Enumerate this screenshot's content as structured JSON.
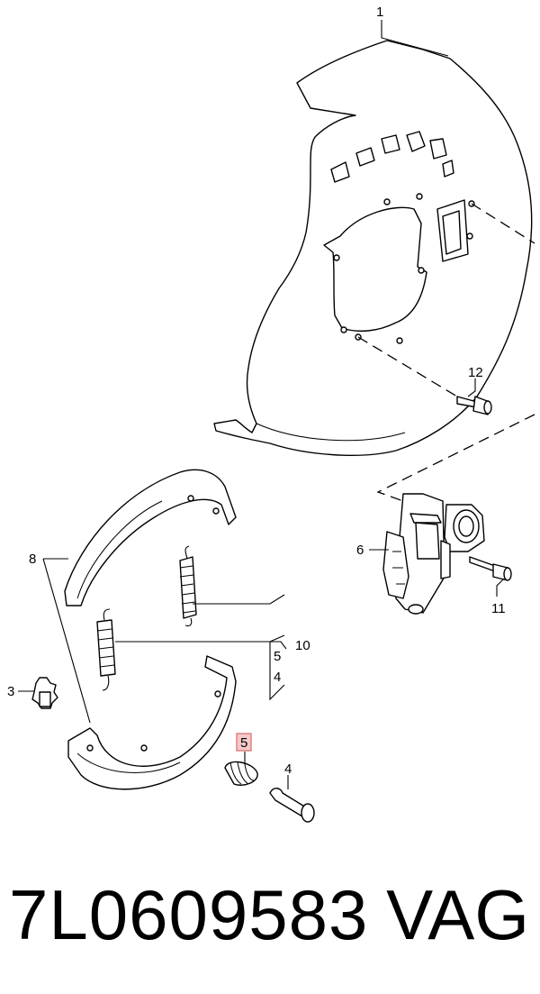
{
  "callouts": {
    "c1": "1",
    "c12": "12",
    "c6": "6",
    "c11": "11",
    "c8": "8",
    "c10": "10",
    "c5a": "5",
    "c4a": "4",
    "c3": "3",
    "c5b": "5",
    "c4b": "4"
  },
  "highlighted_callout": "5",
  "footer": {
    "part_number": "7L0609583",
    "brand": "VAG"
  },
  "colors": {
    "highlight_fill": "#f6c9c9",
    "highlight_border": "#d86a6a",
    "ink": "#000000"
  }
}
